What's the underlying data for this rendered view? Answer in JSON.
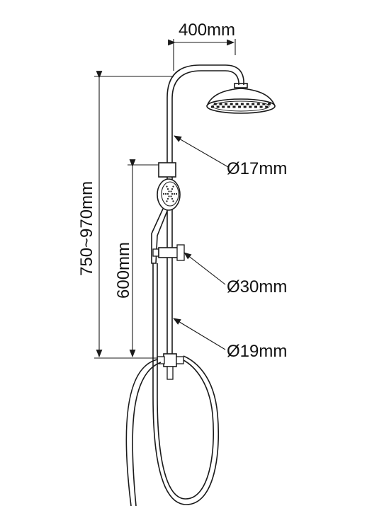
{
  "dimensions": {
    "top_width": "400mm",
    "total_height": "750~970mm",
    "rail_height": "600mm",
    "upper_pipe_diameter": "Ø17mm",
    "slider_diameter": "Ø30mm",
    "lower_pipe_diameter": "Ø19mm"
  },
  "colors": {
    "line": "#1a1a1a",
    "background": "#ffffff"
  }
}
